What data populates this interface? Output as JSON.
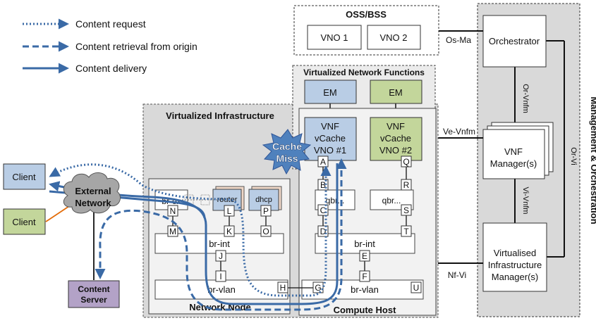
{
  "legend": [
    {
      "label": "Content request",
      "style": "dotted"
    },
    {
      "label": "Content retrieval from origin",
      "style": "dashed"
    },
    {
      "label": "Content delivery",
      "style": "solid"
    }
  ],
  "colors": {
    "line_blue": "#3a6aa6",
    "box_blue": "#b9cde5",
    "box_green": "#c3d69b",
    "box_purple": "#b3a2c7",
    "gray_panel": "#d9d9d9",
    "starburst": "#4f81bd",
    "client_link": "#e36c09"
  },
  "oss": {
    "title": "OSS/BSS",
    "vno1": "VNO 1",
    "vno2": "VNO 2"
  },
  "mano": {
    "title": "Management & Orchestration",
    "orchestrator": "Orchestrator",
    "vnfm": [
      "VNF",
      "Manager(s)"
    ],
    "vim": [
      "Virtualised",
      "Infrastructure",
      "Manager(s)"
    ],
    "or_vnfm": "Or-Vnfm",
    "or_vi": "Or-Vi",
    "vi_vnfm": "Vi-Vnfm"
  },
  "interfaces": {
    "os_ma": "Os-Ma",
    "ve_vnfm": "Ve-Vnfm",
    "nf_vi": "Nf-Vi"
  },
  "vnf_section": {
    "title": "Virtualized Network Functions",
    "em": "EM"
  },
  "vnf1": [
    "VNF",
    "vCache",
    "VNO #1"
  ],
  "vnf2": [
    "VNF",
    "vCache",
    "VNO #2"
  ],
  "infra": {
    "title": "Virtualized Infrastructure",
    "network_node": "Network Node",
    "compute_host": "Compute Host"
  },
  "network_node": {
    "br_ex": "br-ex",
    "router": "router",
    "dhcp": "dhcp",
    "br_int": "br-int",
    "br_vlan": "br-vlan"
  },
  "compute_host": {
    "qbr1": "qbr...",
    "qbr2": "qbr...",
    "br_int": "br-int",
    "br_vlan": "br-vlan"
  },
  "ports": {
    "A": "A",
    "B": "B",
    "C": "C",
    "D": "D",
    "E": "E",
    "F": "F",
    "G": "G",
    "H": "H",
    "I": "I",
    "J": "J",
    "K": "K",
    "L": "L",
    "M": "M",
    "N": "N",
    "O": "O",
    "P": "P",
    "Q": "Q",
    "R": "R",
    "S": "S",
    "T": "T",
    "U": "U"
  },
  "cache_miss": [
    "Cache",
    "Miss"
  ],
  "external_network": [
    "External",
    "Network"
  ],
  "clients": {
    "client1": "Client",
    "client2": "Client",
    "server": [
      "Content",
      "Server"
    ]
  }
}
